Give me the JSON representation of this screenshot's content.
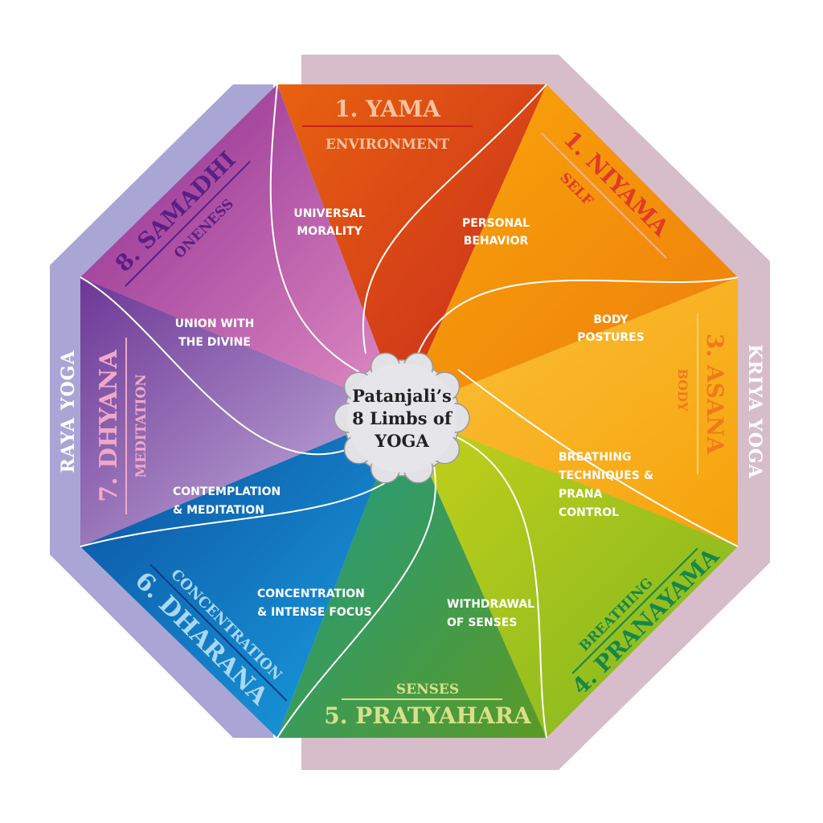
{
  "center": {
    "line1": "Patanjali’s",
    "line2": "8 Limbs of",
    "line3": "YOGA"
  },
  "side_labels": {
    "left": "RAYA YOGA",
    "right": "KRIYA YOGA"
  },
  "limbs": [
    {
      "title": "1. YAMA",
      "subtitle": "ENVIRONMENT",
      "desc1": "UNIVERSAL",
      "desc2": "MORALITY",
      "color": "#e4561a"
    },
    {
      "title": "1. NIYAMA",
      "subtitle": "SELF",
      "desc1": "PERSONAL",
      "desc2": "BEHAVIOR",
      "color": "#f28a0c"
    },
    {
      "title": "3. ASANA",
      "subtitle": "BODY",
      "desc1": "BODY",
      "desc2": "POSTURES",
      "color": "#f7b21a"
    },
    {
      "title": "4. PRANAYAMA",
      "subtitle": "BREATHING",
      "desc1": "BREATHING",
      "desc2": "TECHNIQUES &",
      "desc3": "PRANA",
      "desc4": "CONTROL",
      "color": "#a6c316"
    },
    {
      "title": "5. PRATYAHARA",
      "subtitle": "SENSES",
      "desc1": "WITHDRAWAL",
      "desc2": "OF SENSES",
      "color": "#6aa52a"
    },
    {
      "title": "6. DHARANA",
      "subtitle": "CONCENTRATION",
      "desc1": "CONCENTRATION",
      "desc2": "& INTENSE FOCUS",
      "color": "#1a7ac8"
    },
    {
      "title": "7. DHYANA",
      "subtitle": "MEDITATION",
      "desc1": "CONTEMPLATION",
      "desc2": "& MEDITATION",
      "color": "#7f4fa8"
    },
    {
      "title": "8. SAMADHI",
      "subtitle": "ONENESS",
      "desc1": "UNION WITH",
      "desc2": "THE DIVINE",
      "color": "#b2479c"
    }
  ]
}
